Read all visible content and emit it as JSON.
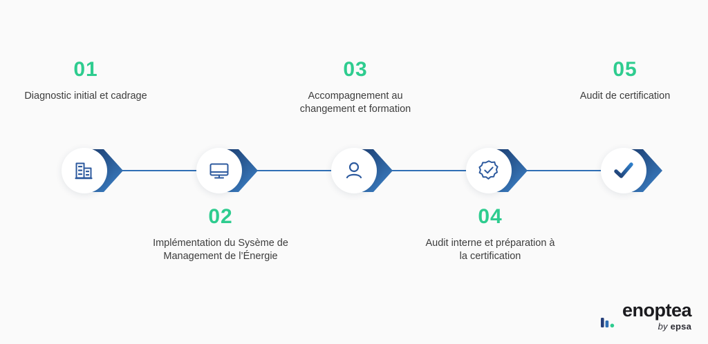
{
  "theme": {
    "background": "#fafafa",
    "accent_green": "#2ecc8f",
    "chevron_dark": "#1b3a6b",
    "chevron_light": "#2f6fb5",
    "text": "#3c3c3c"
  },
  "process": {
    "steps": [
      {
        "number": "01",
        "label": "Diagnostic initial et cadrage",
        "icon": "building-icon",
        "position": "above"
      },
      {
        "number": "02",
        "label": "Implémentation du Sysème de Management de l’Énergie",
        "icon": "monitor-icon",
        "position": "below"
      },
      {
        "number": "03",
        "label": "Accompagnement au changement et formation",
        "icon": "user-icon",
        "position": "above"
      },
      {
        "number": "04",
        "label": "Audit interne et préparation à la certification",
        "icon": "badge-check-icon",
        "position": "below"
      },
      {
        "number": "05",
        "label": "Audit de certification",
        "icon": "checkmark-icon",
        "position": "above"
      }
    ]
  },
  "logo": {
    "mark": "bar-chart-mark",
    "wordmark": "enoptea",
    "tagline_prefix": "by ",
    "tagline_brand": "epsa"
  }
}
